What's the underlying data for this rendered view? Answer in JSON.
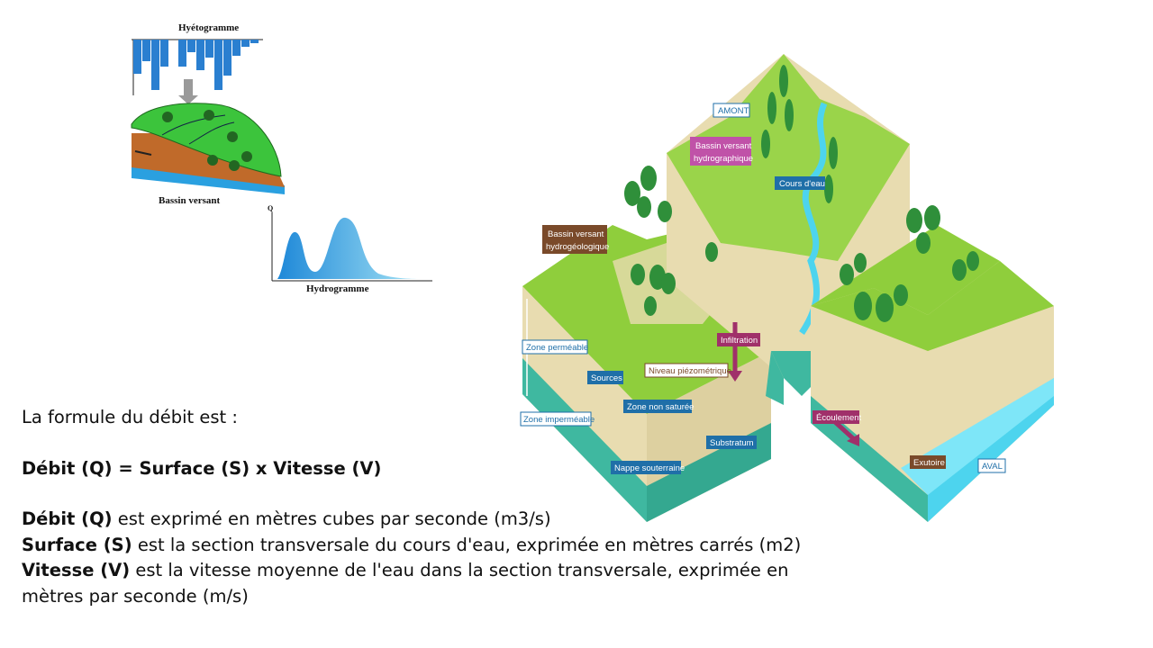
{
  "hyetogram": {
    "title": "Hyétogramme"
  },
  "basin": {
    "caption": "Bassin versant"
  },
  "hydrogram": {
    "title": "Hydrogramme",
    "q_label": "Q"
  },
  "block_diagram": {
    "labels": {
      "amont": "AMONT",
      "bassin_hydrographique_1": "Bassin versant",
      "bassin_hydrographique_2": "hydrographique",
      "cours_eau": "Cours d'eau",
      "bassin_hydrogeologique_1": "Bassin versant",
      "bassin_hydrogeologique_2": "hydrogéologique",
      "infiltration": "Infiltration",
      "zone_permeable": "Zone perméable",
      "sources": "Sources",
      "niveau_piezometrique": "Niveau piézométrique",
      "zone_non_saturee": "Zone non saturée",
      "zone_impermeable": "Zone imperméable",
      "substratum": "Substratum",
      "nappe_souterraine": "Nappe souterraine",
      "ecoulement": "Écoulement",
      "exutoire": "Exutoire",
      "aval": "AVAL"
    },
    "colors": {
      "grass": "#8fce3c",
      "rock": "#e8dcb0",
      "aquifer": "#3fb8a0",
      "water": "#4dd4ee",
      "label_blue": "#1f6fa8",
      "label_pink": "#c052a8",
      "label_brown": "#7a4a2a",
      "label_magenta": "#a0306a"
    }
  },
  "text": {
    "intro": "La formule du débit est :",
    "formula": "Débit (Q) = Surface (S) x Vitesse (V)",
    "lines": [
      {
        "term": "Débit (Q)",
        "desc": " est exprimé en mètres cubes par seconde (m3/s)"
      },
      {
        "term": "Surface (S)",
        "desc": " est la section transversale du cours d'eau, exprimée en mètres carrés (m2)"
      },
      {
        "term": "Vitesse (V)",
        "desc": " est la vitesse moyenne de l'eau dans la section transversale, exprimée en mètres par seconde (m/s)"
      }
    ]
  }
}
